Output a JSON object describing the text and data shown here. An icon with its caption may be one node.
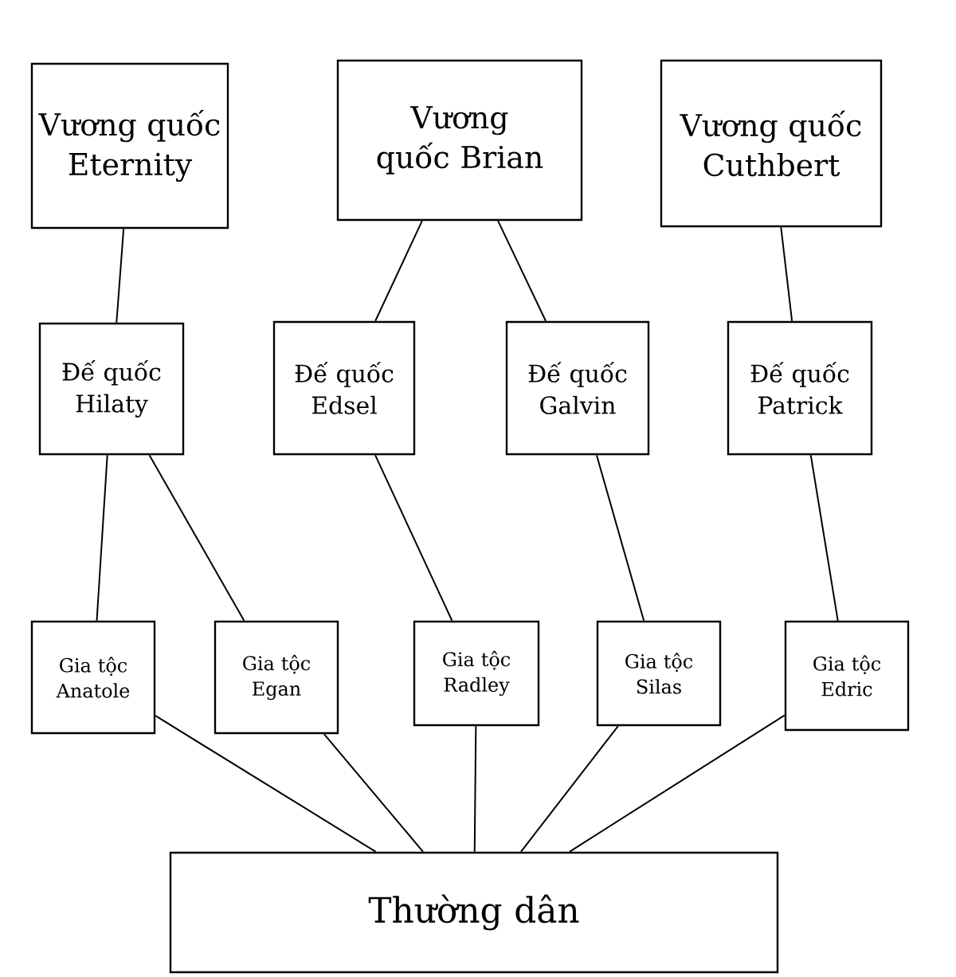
{
  "diagram": {
    "nodes": [
      {
        "text": [
          "Vương quốc Eternity"
        ]
      },
      {
        "text": [
          "Vương quốc Brian"
        ]
      },
      {
        "text": [
          "Vương quốc Cuthbert"
        ]
      },
      {
        "text": [
          "Đế quốc Hilaty"
        ]
      },
      {
        "text": [
          "Đế quốc Edsel"
        ]
      },
      {
        "text": [
          "Đế quốc Galvin"
        ]
      },
      {
        "text": [
          "Đế quốc Patrick"
        ]
      },
      {
        "text": [
          "Gia tộc Anatole"
        ]
      },
      {
        "text": [
          "Gia tộc Egan"
        ]
      },
      {
        "text": [
          "Gia tộc Radley"
        ]
      },
      {
        "text": [
          "Gia tộc Silas"
        ]
      },
      {
        "text": [
          "Gia tộc Edric"
        ]
      },
      {
        "text": [
          "Thường dân"
        ]
      }
    ],
    "edges": [
      {
        "from": 0,
        "to": 3,
        "arrow": "none"
      },
      {
        "from": 1,
        "to": 4,
        "arrow": "none"
      },
      {
        "from": 1,
        "to": 5,
        "arrow": "none"
      },
      {
        "from": 2,
        "to": 6,
        "arrow": "none"
      },
      {
        "from": 3,
        "to": 7,
        "arrow": "none"
      },
      {
        "from": 3,
        "to": 8,
        "arrow": "none"
      },
      {
        "from": 4,
        "to": 9,
        "arrow": "none"
      },
      {
        "from": 5,
        "to": 10,
        "arrow": "none"
      },
      {
        "from": 6,
        "to": 11,
        "arrow": "none"
      },
      {
        "from": 7,
        "to": 12,
        "arrow": "none"
      },
      {
        "from": 8,
        "to": 12,
        "arrow": "none"
      },
      {
        "from": 9,
        "to": 12,
        "arrow": "none"
      },
      {
        "from": 10,
        "to": 12,
        "arrow": "none"
      },
      {
        "from": 11,
        "to": 12,
        "arrow": "none"
      }
    ]
  }
}
